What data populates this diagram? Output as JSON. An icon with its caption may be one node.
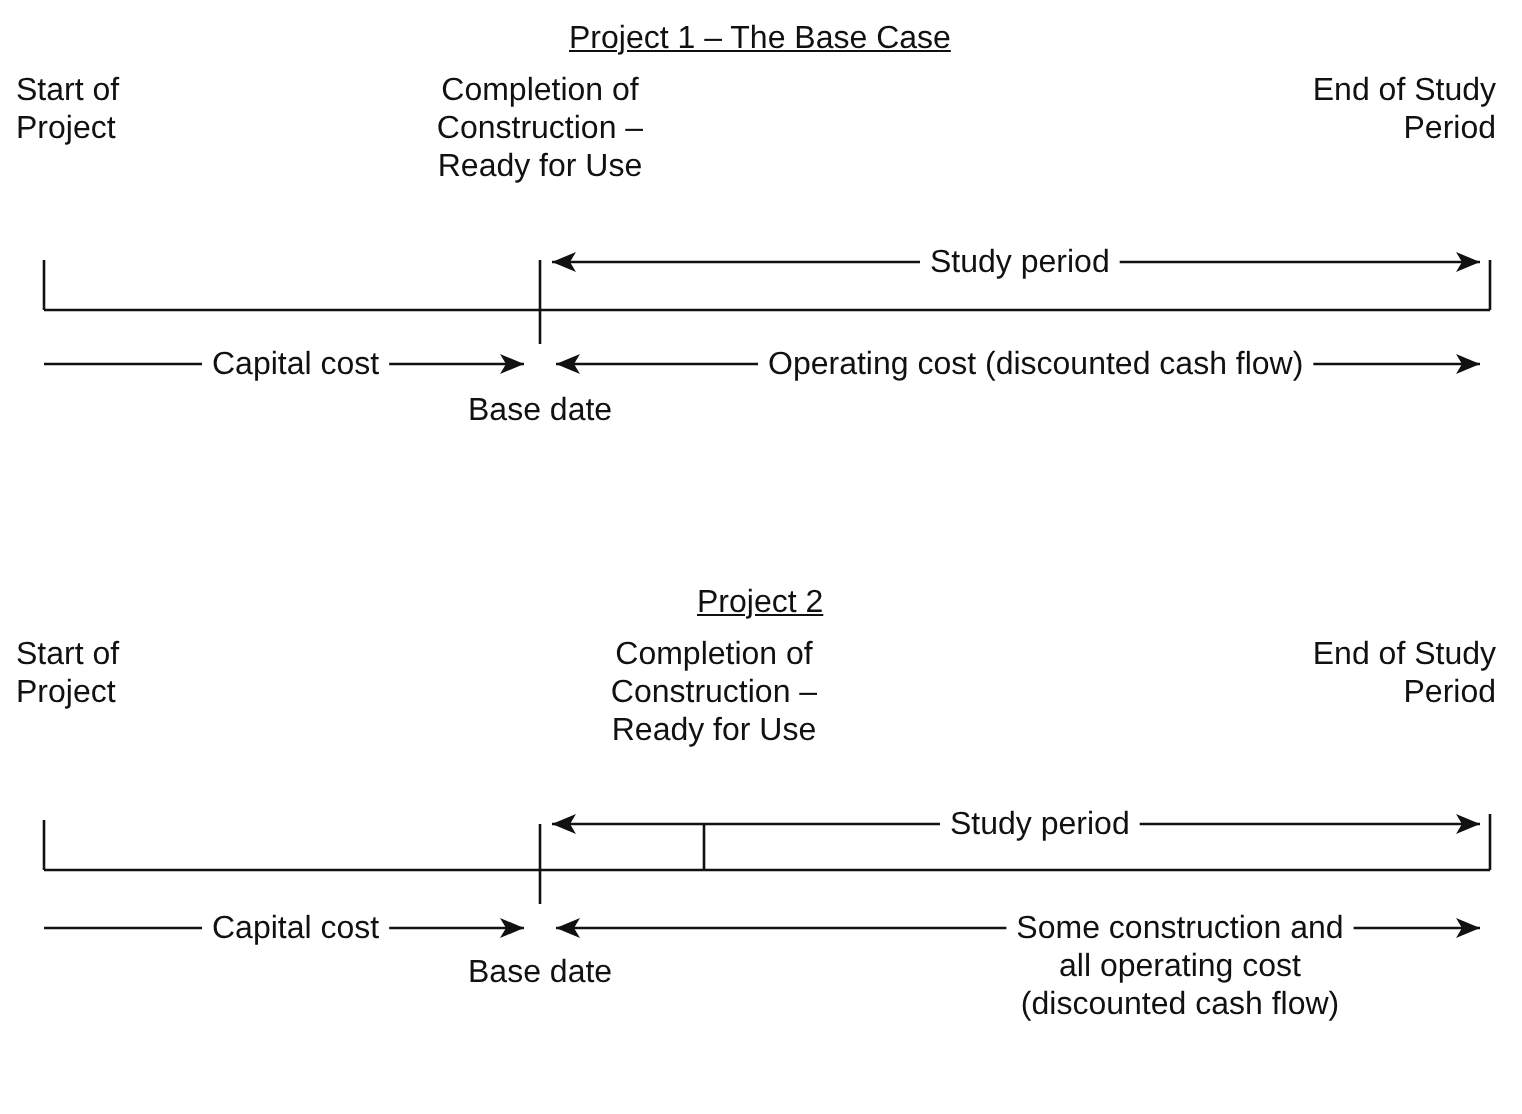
{
  "diagram": {
    "labels": [
      "Project 1 – The Base Case",
      "Start of Project",
      "Completion of Construction – Ready for Use",
      "End of Study Period",
      "Study period",
      "Capital cost",
      "Operating cost (discounted cash flow)",
      "Base date",
      "Project 2",
      "Start of Project",
      "Completion of Construction – Ready for Use",
      "End of Study Period",
      "Study period",
      "Capital cost",
      "Some construction and all operating cost (discounted cash flow)",
      "Base date"
    ]
  }
}
